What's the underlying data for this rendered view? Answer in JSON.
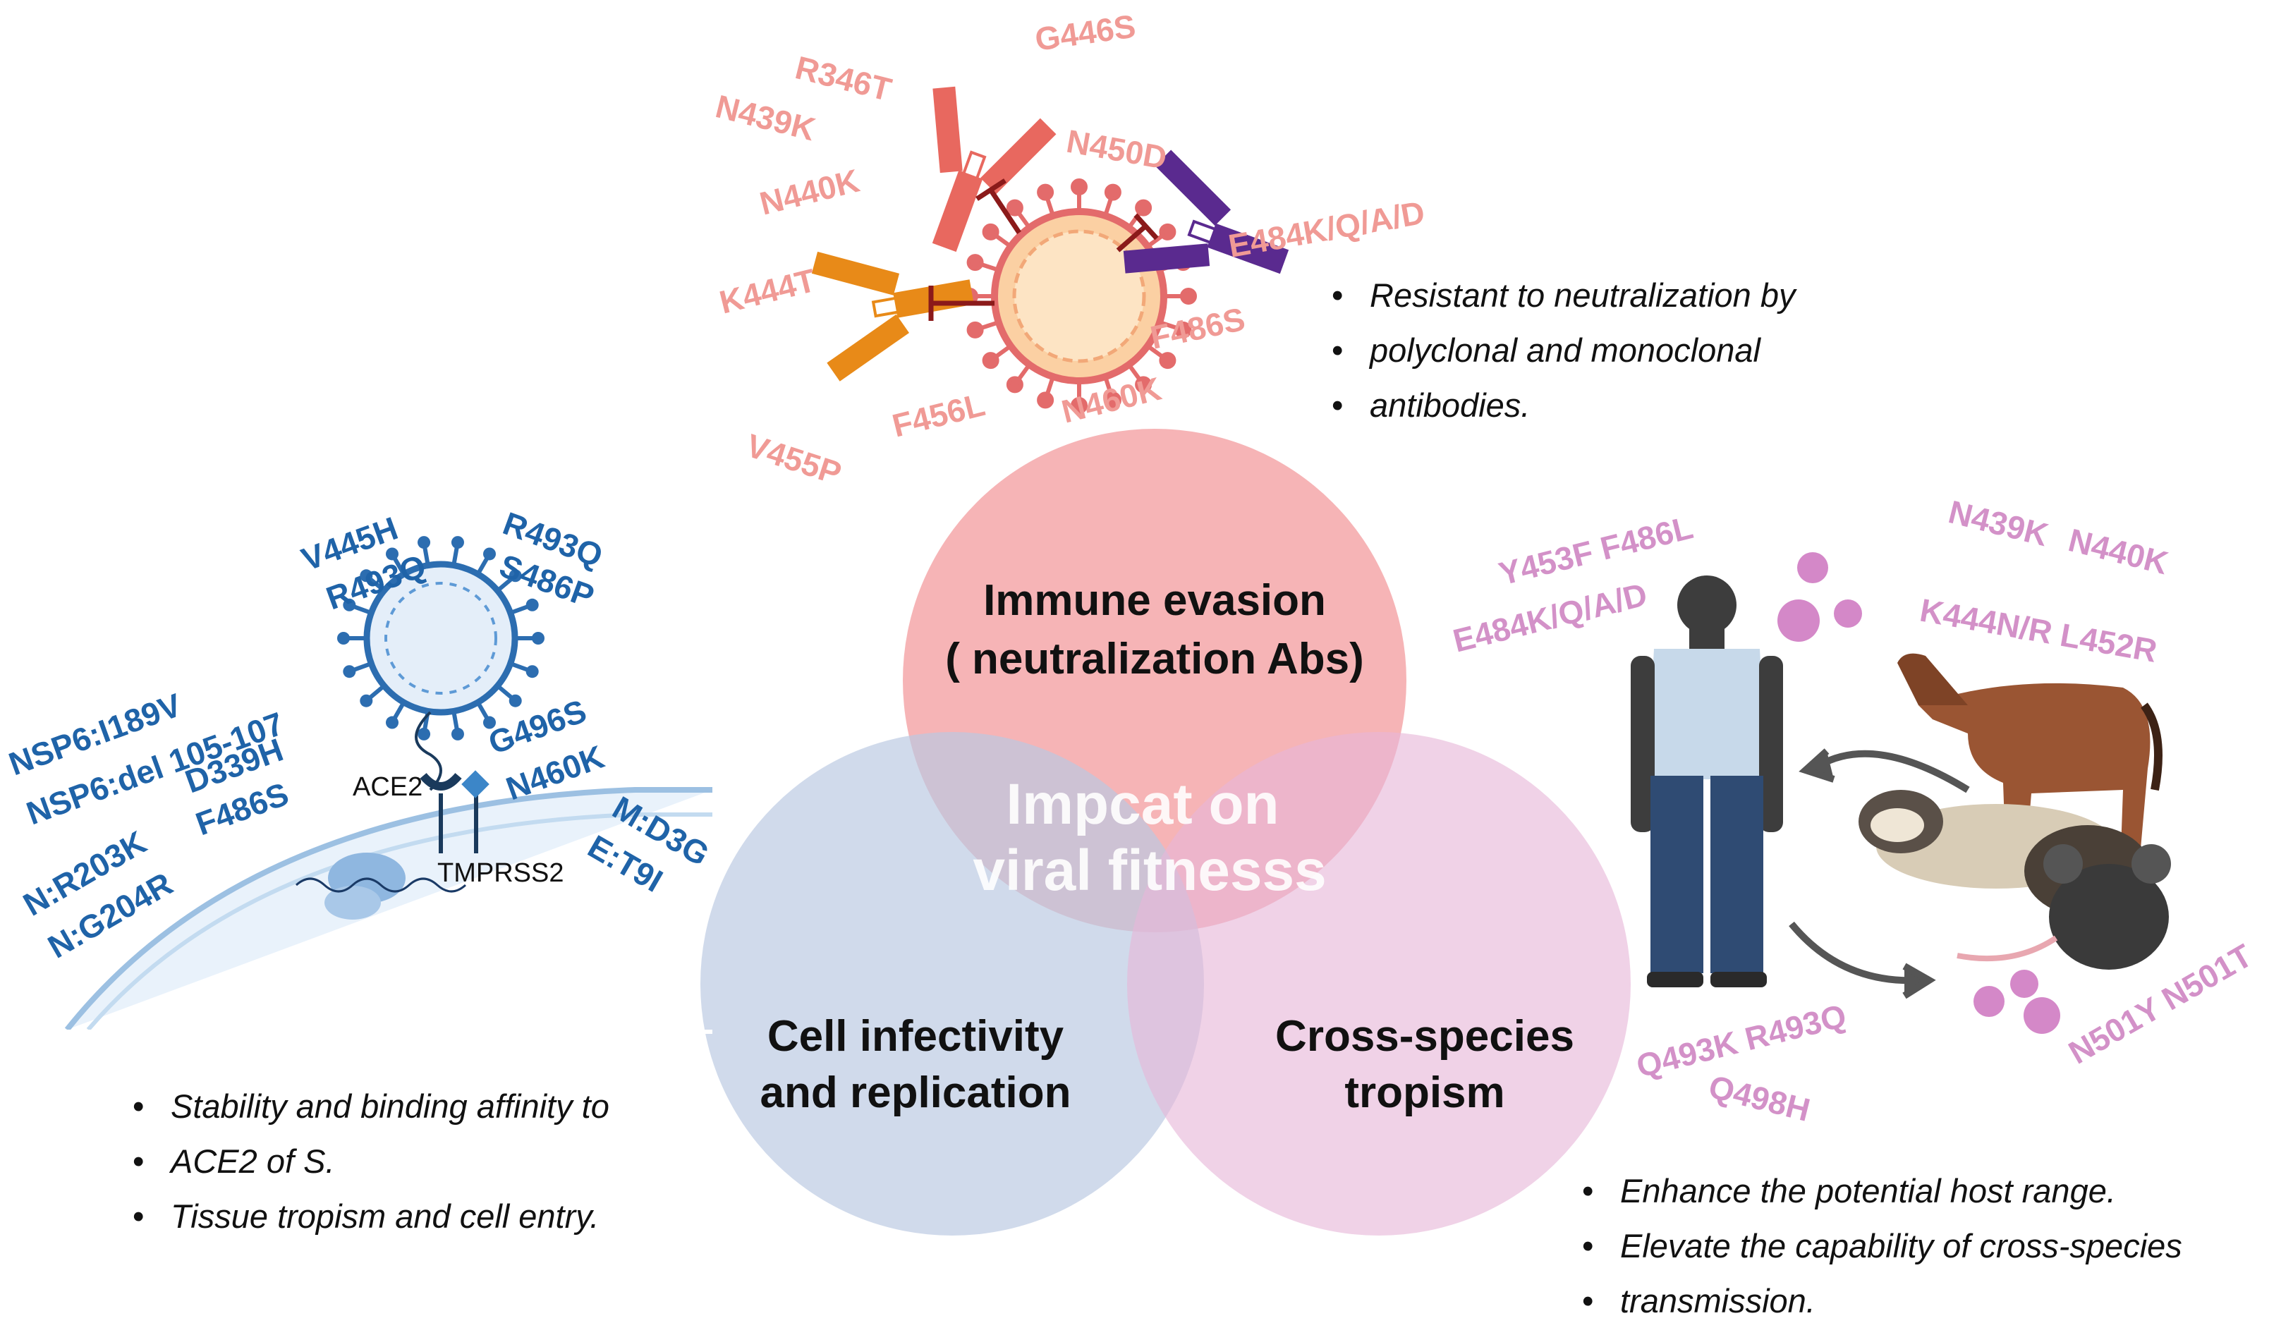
{
  "venn": {
    "immune_line1": "Immune evasion",
    "immune_line2": "( neutralization Abs)",
    "cell_line1": "Cell infectivity",
    "cell_line2": "and replication",
    "species_line1": "Cross-species",
    "species_line2": "tropism",
    "center_line1": "Impcat on",
    "center_line2": "viral fitnesss",
    "colors": {
      "immune": "#f4a3a6",
      "cell": "#b9c8e2",
      "species": "#e6b6d8"
    }
  },
  "immune_mutations": [
    "R346T",
    "G446S",
    "N439K",
    "N450D",
    "N440K",
    "E484K/Q/A/D",
    "K444T",
    "F486S",
    "N460K",
    "F456L",
    "V455P"
  ],
  "cell_mutations": [
    "V445H",
    "R493Q",
    "R493Q",
    "S486P",
    "NSP6:I189V",
    "NSP6:del 105-107",
    "D339H",
    "F486S",
    "G496S",
    "N460K",
    "N:R203K",
    "N:G204R",
    "M:D3G",
    "E:T9I"
  ],
  "cell_labels": {
    "ace2": "ACE2",
    "tmprss2": "TMPRSS2"
  },
  "species_mutations": [
    "Y453F F486L",
    "E484K/Q/A/D",
    "N439K",
    "N440K",
    "K444N/R L452R",
    "Q493K R493Q",
    "Q498H",
    "N501Y N501T"
  ],
  "notes": {
    "immune": [
      "Resistant to neutralization by",
      "polyclonal and monoclonal",
      "antibodies."
    ],
    "cell": [
      "Stability and binding affinity to",
      "ACE2 of  S.",
      "Tissue tropism and cell entry."
    ],
    "species": [
      "Enhance the potential host range.",
      "Elevate the capability of  cross-species",
      "transmission."
    ]
  },
  "icons": [
    "antibody-icon",
    "coronavirus-icon",
    "cell-membrane-icon",
    "ribosome-icon",
    "human-icon",
    "horse-icon",
    "ferret-icon",
    "mouse-icon"
  ]
}
